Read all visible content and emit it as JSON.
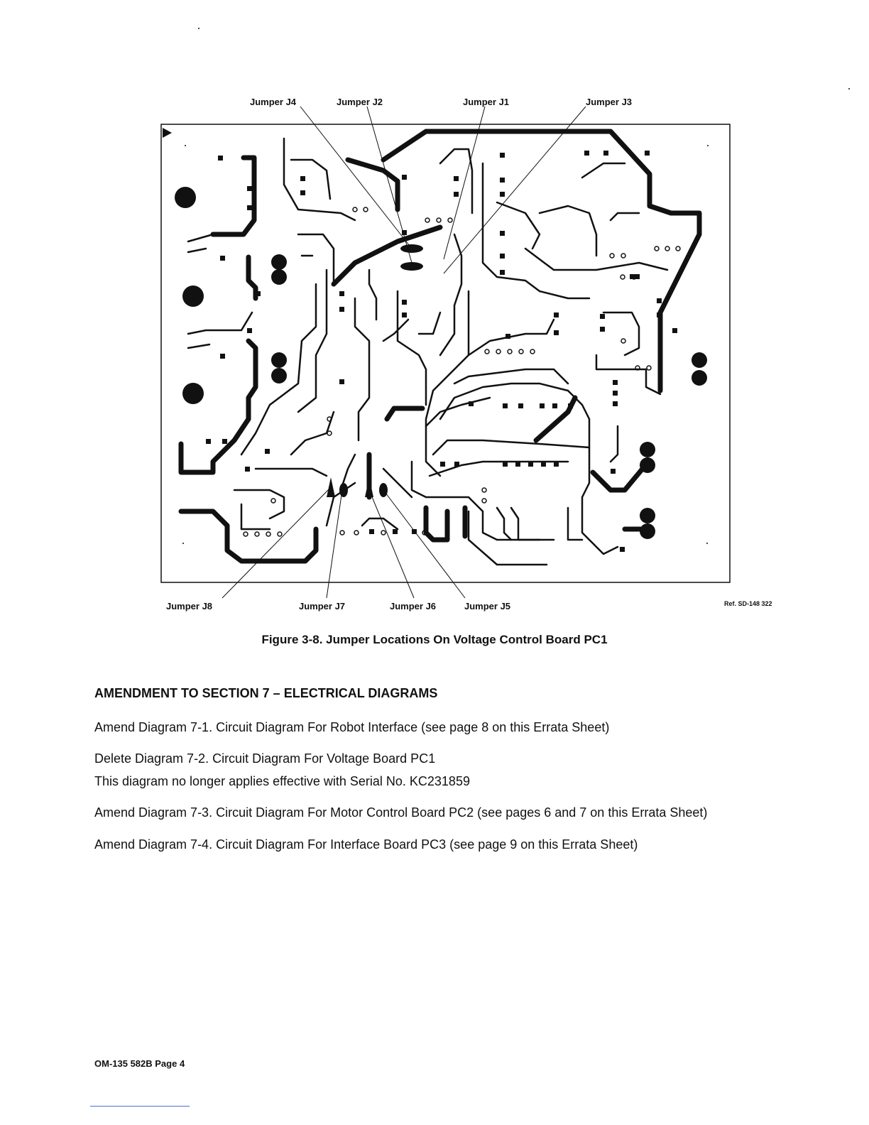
{
  "figure": {
    "labels_top": {
      "j4": "Jumper J4",
      "j2": "Jumper J2",
      "j1": "Jumper J1",
      "j3": "Jumper J3"
    },
    "labels_bottom": {
      "j8": "Jumper J8",
      "j7": "Jumper J7",
      "j6": "Jumper J6",
      "j5": "Jumper J5"
    },
    "ref": "Ref. SD-148 322",
    "caption": "Figure 3-8. Jumper Locations On Voltage Control Board PC1"
  },
  "section": {
    "heading": "AMENDMENT TO SECTION 7 – ELECTRICAL DIAGRAMS",
    "lines": [
      "Amend Diagram 7-1. Circuit Diagram For Robot Interface (see page 8 on this Errata Sheet)",
      "Delete Diagram 7-2. Circuit Diagram For Voltage Board PC1",
      "This diagram no longer applies effective with Serial No. KC231859",
      "Amend Diagram 7-3. Circuit Diagram For Motor Control Board PC2 (see pages 6 and 7 on this Errata Sheet)",
      "Amend Diagram 7-4. Circuit Diagram For Interface Board PC3 (see page 9 on this Errata Sheet)"
    ]
  },
  "footer": {
    "page_label": "OM-135 582B Page 4"
  }
}
